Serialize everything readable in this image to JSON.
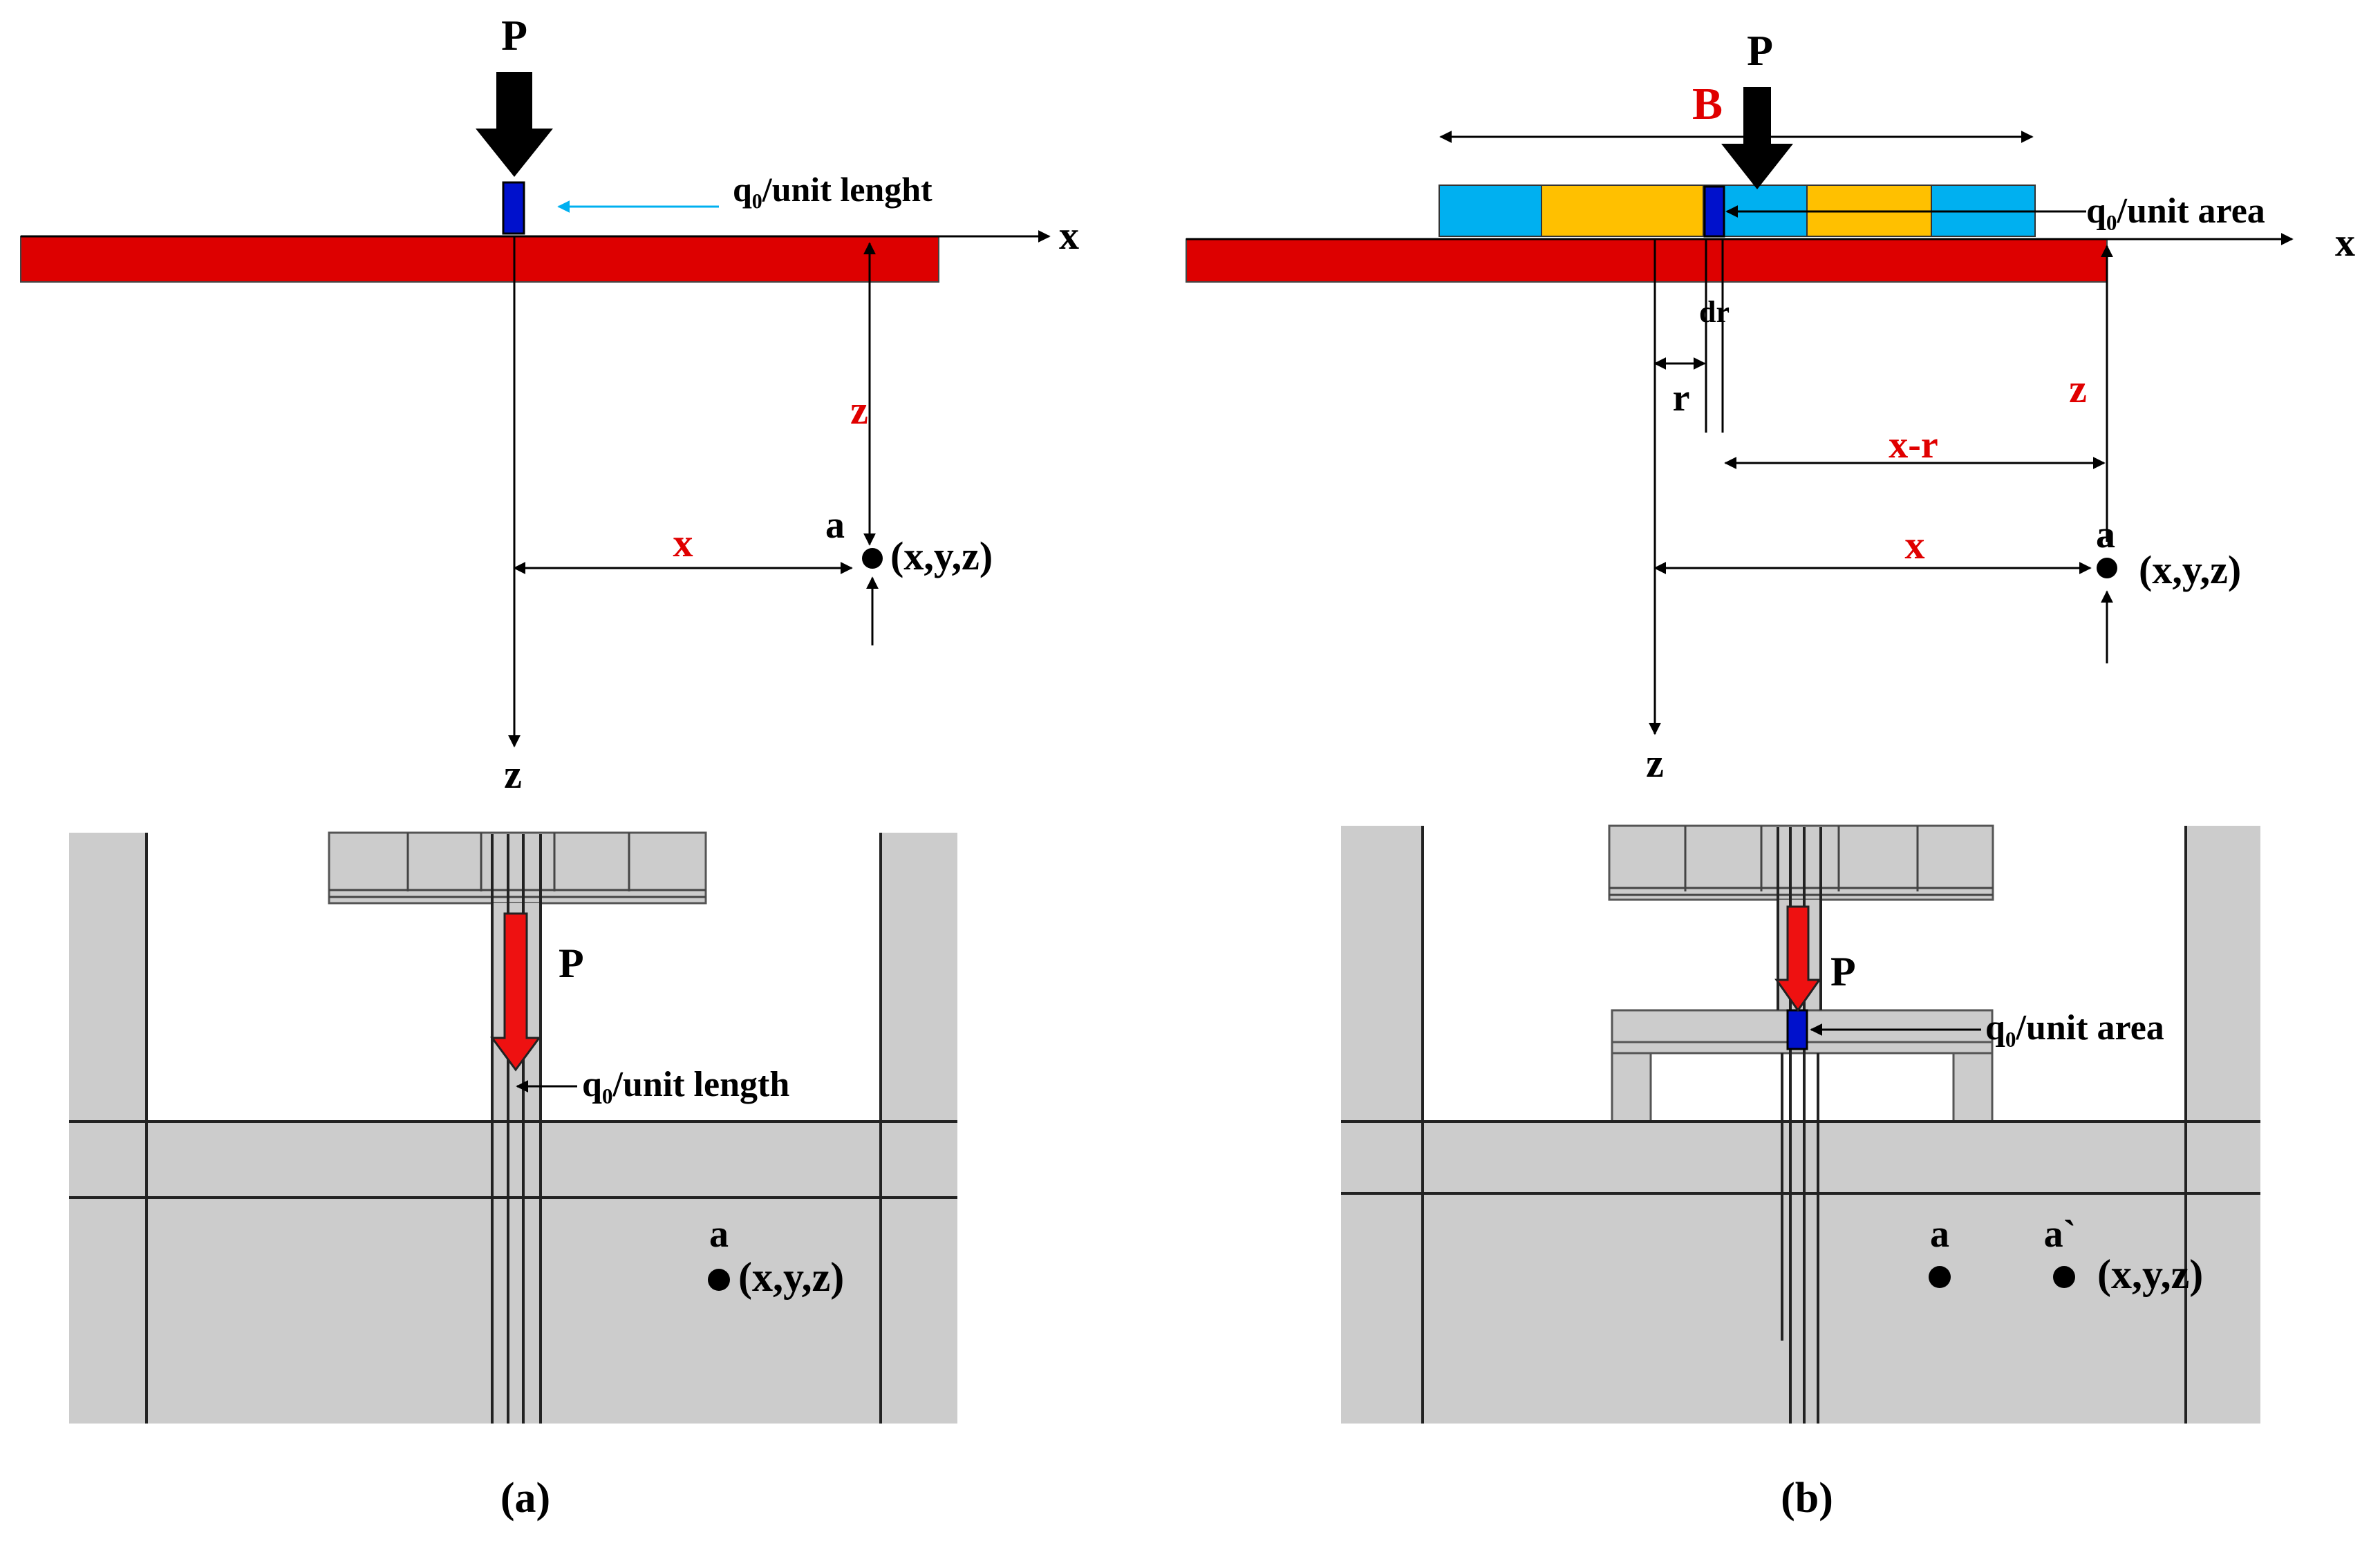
{
  "colors": {
    "beam": "#dd0000",
    "load_block": "#0011cc",
    "footing_blue": "#00b0f0",
    "footing_orange": "#ffc000",
    "arrow_cyan": "#00b0f0",
    "red_label": "#e00000",
    "soil": "#cccccc",
    "force_arrow": "#ee1111"
  },
  "panel_a": {
    "top": {
      "load": "P",
      "load_note": "q₀/unit lenght",
      "x_axis": "x",
      "z_axis": "z",
      "depth": "z",
      "offset": "x",
      "point": "a",
      "coords": "(x,y,z)"
    },
    "bottom": {
      "load": "P",
      "load_note": "q₀/unit length",
      "point": "a",
      "coords": "(x,y,z)"
    },
    "caption": "(a)"
  },
  "panel_b": {
    "top": {
      "load": "P",
      "width": "B",
      "load_note": "q₀/unit area",
      "x_axis": "x",
      "z_axis": "z",
      "dr": "dr",
      "r": "r",
      "x_minus_r": "x-r",
      "depth": "z",
      "offset": "x",
      "point": "a",
      "coords": "(x,y,z)"
    },
    "bottom": {
      "load": "P",
      "load_note": "q₀/unit area",
      "point_a": "a",
      "point_a_prime": "a`",
      "coords": "(x,y,z)"
    },
    "caption": "(b)"
  }
}
